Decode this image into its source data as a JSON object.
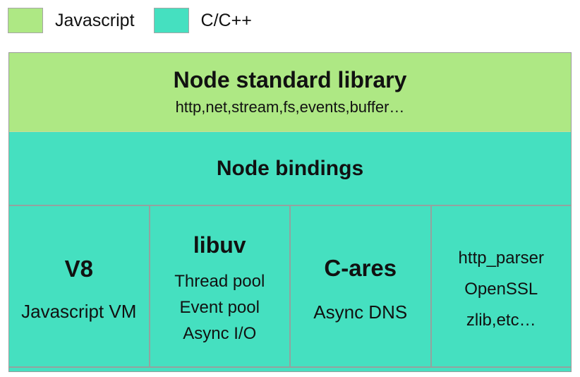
{
  "legend": {
    "items": [
      {
        "label": "Javascript",
        "color": "#aee884"
      },
      {
        "label": "C/C++",
        "color": "#45e0c0"
      }
    ]
  },
  "diagram": {
    "standard_library": {
      "title": "Node standard library",
      "subtitle": "http,net,stream,fs,events,buffer…"
    },
    "bindings": {
      "title": "Node bindings"
    },
    "columns": [
      {
        "title": "V8",
        "items": [
          "Javascript VM"
        ]
      },
      {
        "title": "libuv",
        "items": [
          "Thread pool",
          "Event pool",
          "Async I/O"
        ]
      },
      {
        "title": "C-ares",
        "items": [
          "Async DNS"
        ]
      },
      {
        "title": "",
        "items": [
          "http_parser",
          "OpenSSL",
          "zlib,etc…"
        ]
      }
    ]
  },
  "colors": {
    "javascript_block": "#aee884",
    "cpp_block": "#45e0c0",
    "divider": "#93a39f",
    "outer_border": "#9b9b9b",
    "text": "#111111",
    "background": "#ffffff"
  }
}
